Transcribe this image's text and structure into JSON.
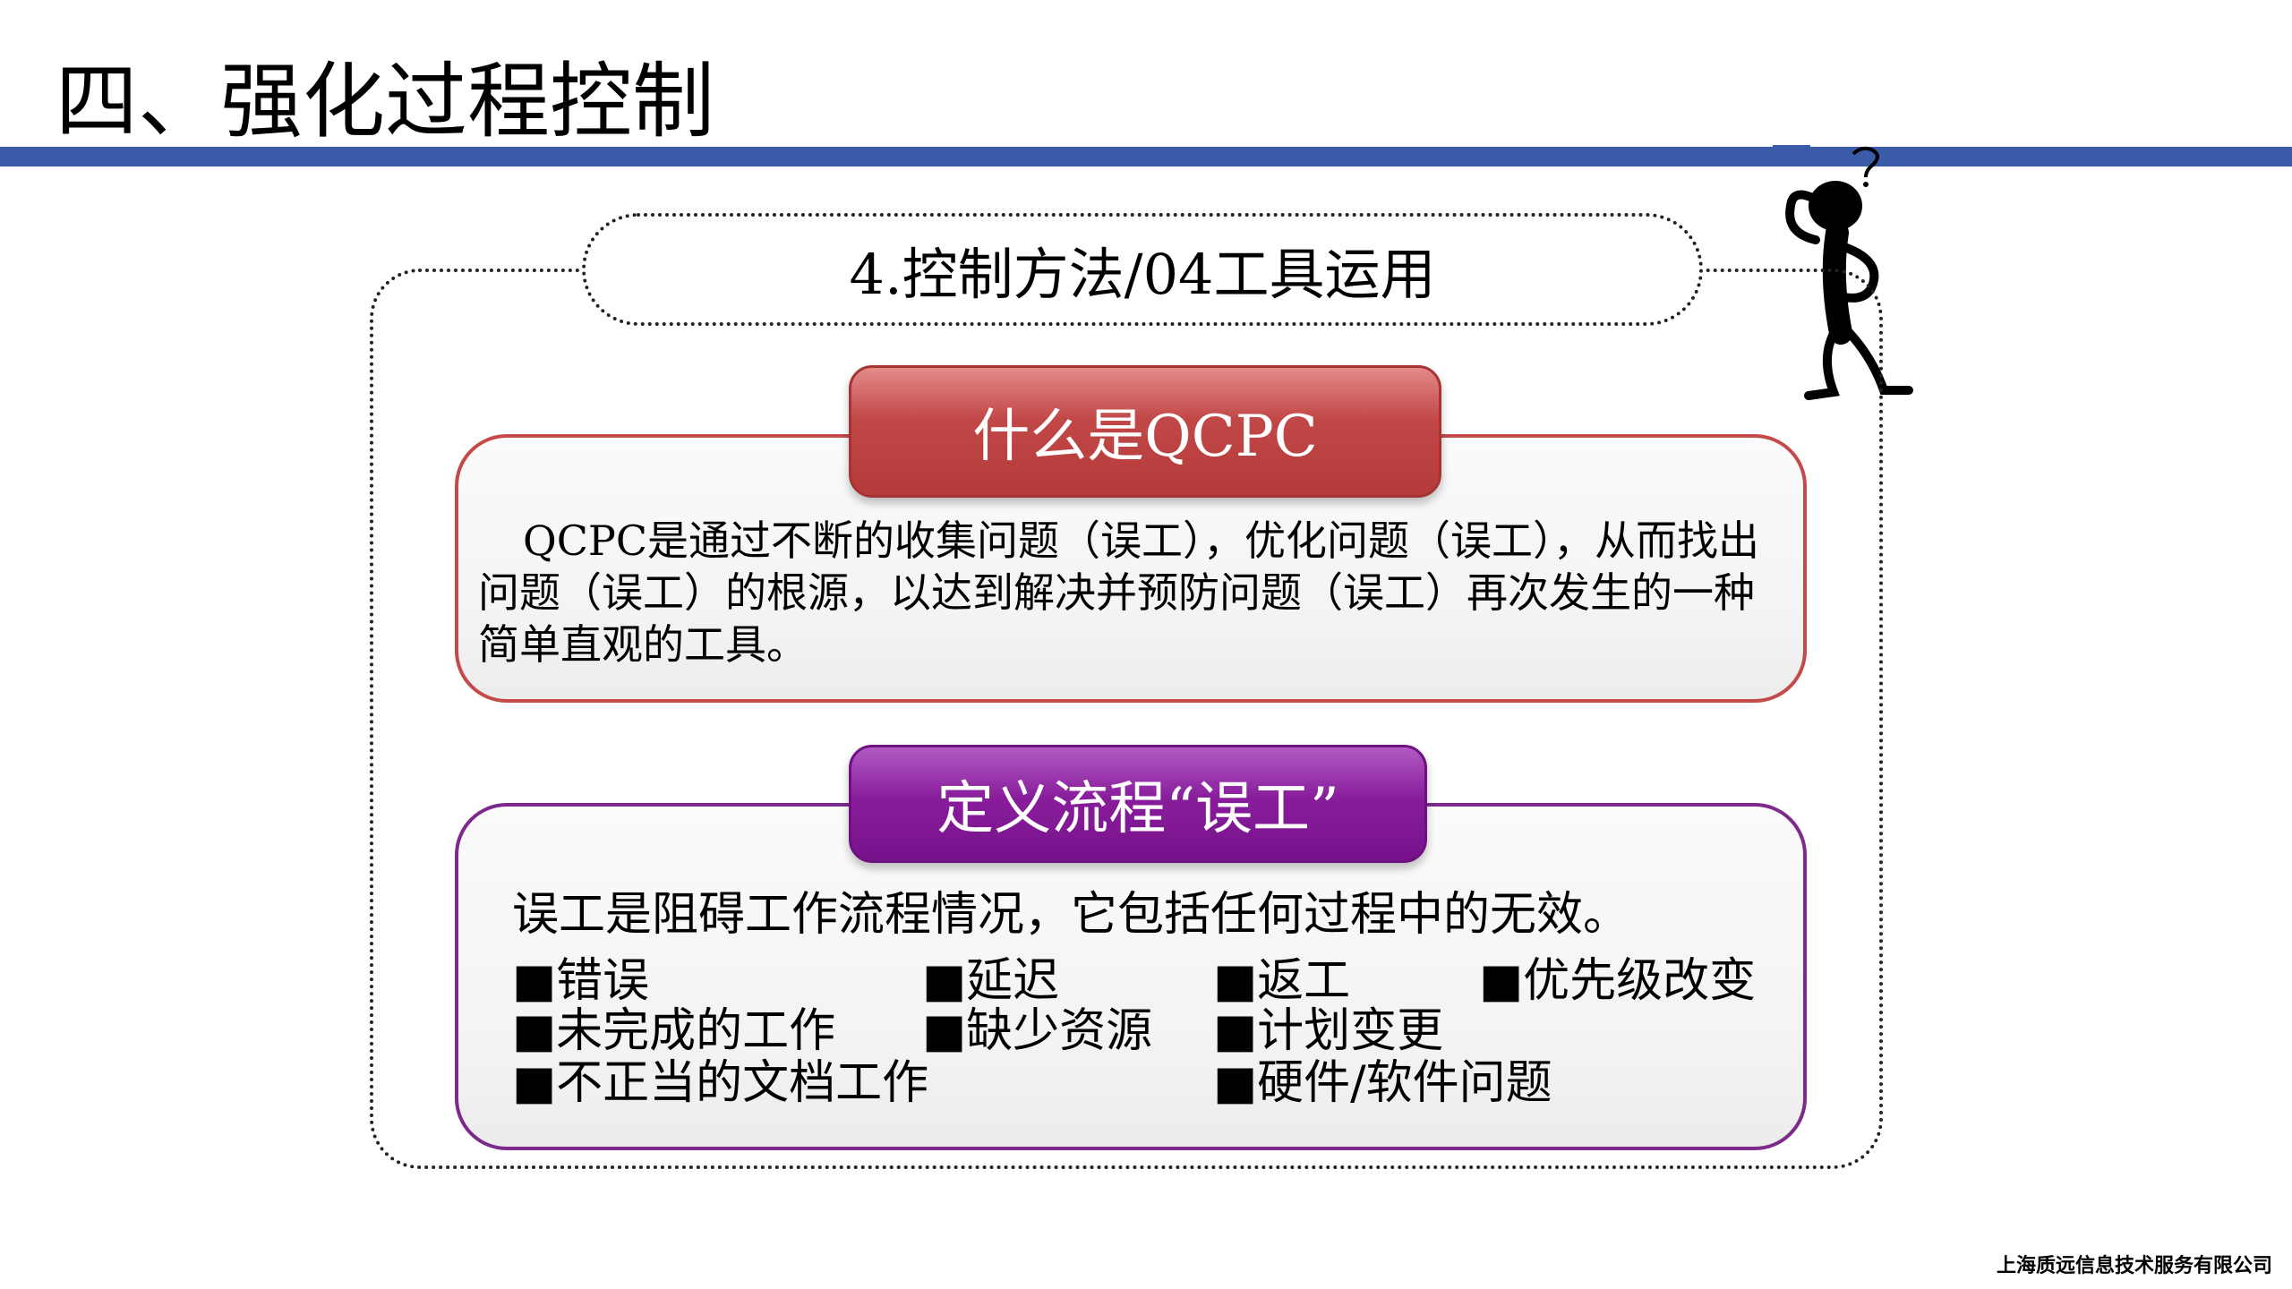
{
  "title": "四、强化过程控制",
  "section_heading": "4.控制方法/04工具运用",
  "qcpc": {
    "tab_label": "什么是QCPC",
    "description": "QCPC是通过不断的收集问题（误工），优化问题（误工），从而找出问题（误工）的根源，以达到解决并预防问题（误工）再次发生的一种简单直观的工具。"
  },
  "waste": {
    "tab_label": "定义流程“误工”",
    "intro": "误工是阻碍工作流程情况，它包括任何过程中的无效。",
    "items": [
      "■错误",
      "■延迟",
      "■返工",
      "■优先级改变",
      "■未完成的工作",
      "■缺少资源",
      "■计划变更",
      "■不正当的文档工作",
      "■硬件/软件问题"
    ]
  },
  "footer": "上海质远信息技术服务有限公司",
  "colors": {
    "title_rule": "#3b5ba8",
    "qcpc_accent": "#c44a4a",
    "waste_accent": "#7d2a8c"
  },
  "icons": {
    "mascot": "confused-stick-figure-icon"
  }
}
